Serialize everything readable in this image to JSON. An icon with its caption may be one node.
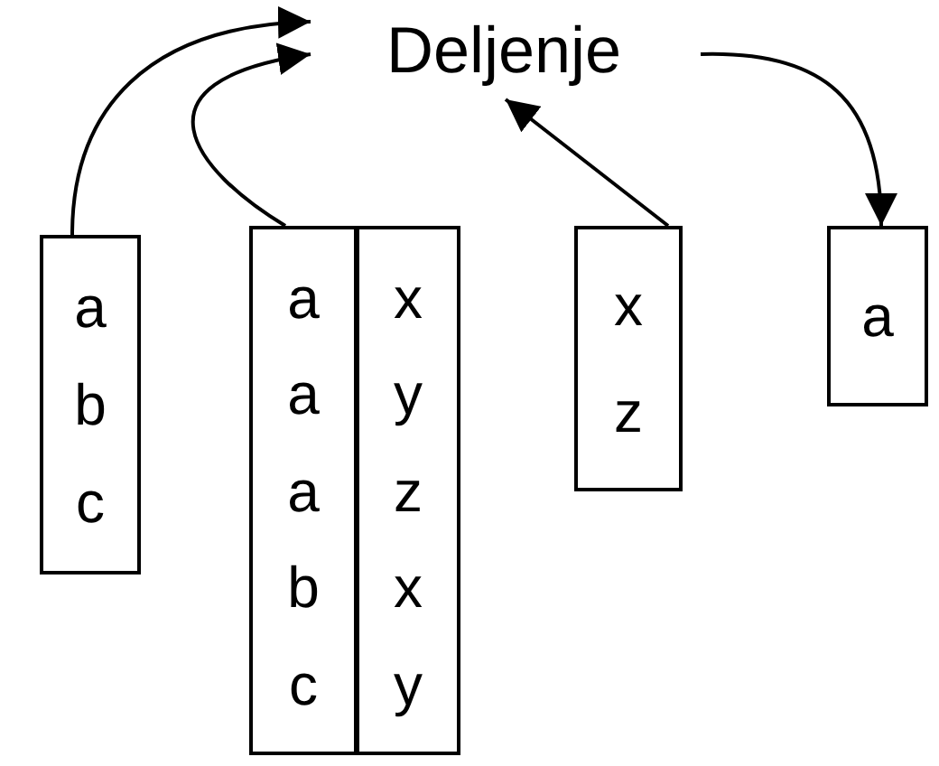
{
  "diagram": {
    "nodes": [
      {
        "text": [
          "Deljenje"
        ]
      },
      {
        "text": [
          "a",
          "b",
          "c"
        ]
      },
      {
        "text": [
          "a",
          "a",
          "a",
          "b",
          "c"
        ]
      },
      {
        "text": [
          "x",
          "y",
          "z",
          "x",
          "y"
        ]
      },
      {
        "text": [
          "x",
          "z"
        ]
      },
      {
        "text": [
          "a"
        ]
      }
    ],
    "edges": [
      {
        "from": 1,
        "to": 0,
        "arrow": "to"
      },
      {
        "from": 2,
        "to": 0,
        "arrow": "to"
      },
      {
        "from": 4,
        "to": 0,
        "arrow": "to"
      },
      {
        "from": 0,
        "to": 5,
        "arrow": "to"
      }
    ]
  }
}
